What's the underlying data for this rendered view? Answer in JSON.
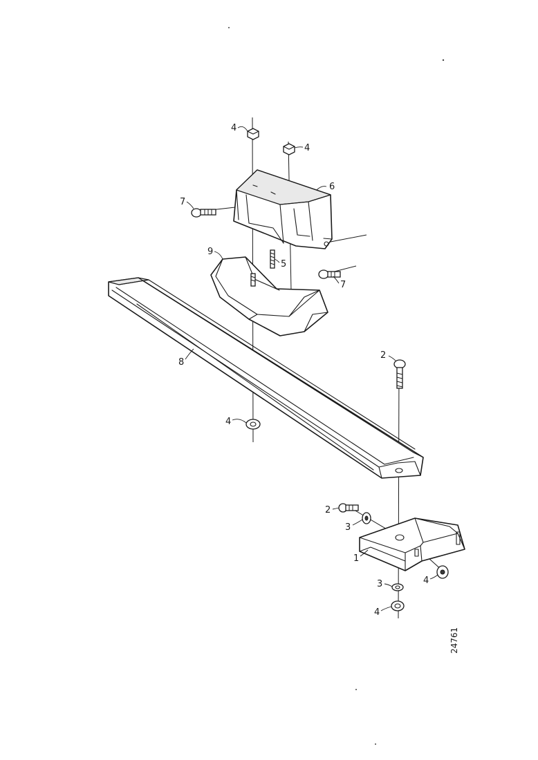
{
  "diagram": {
    "reference_number": "24761",
    "callouts": {
      "c1": "1",
      "c2a": "2",
      "c2b": "2",
      "c3a": "3",
      "c3b": "3",
      "c4a": "4",
      "c4b": "4",
      "c4c": "4",
      "c4d": "4",
      "c4e": "4",
      "c5": "5",
      "c6": "6",
      "c7a": "7",
      "c7b": "7",
      "c8": "8",
      "c9": "9"
    }
  }
}
